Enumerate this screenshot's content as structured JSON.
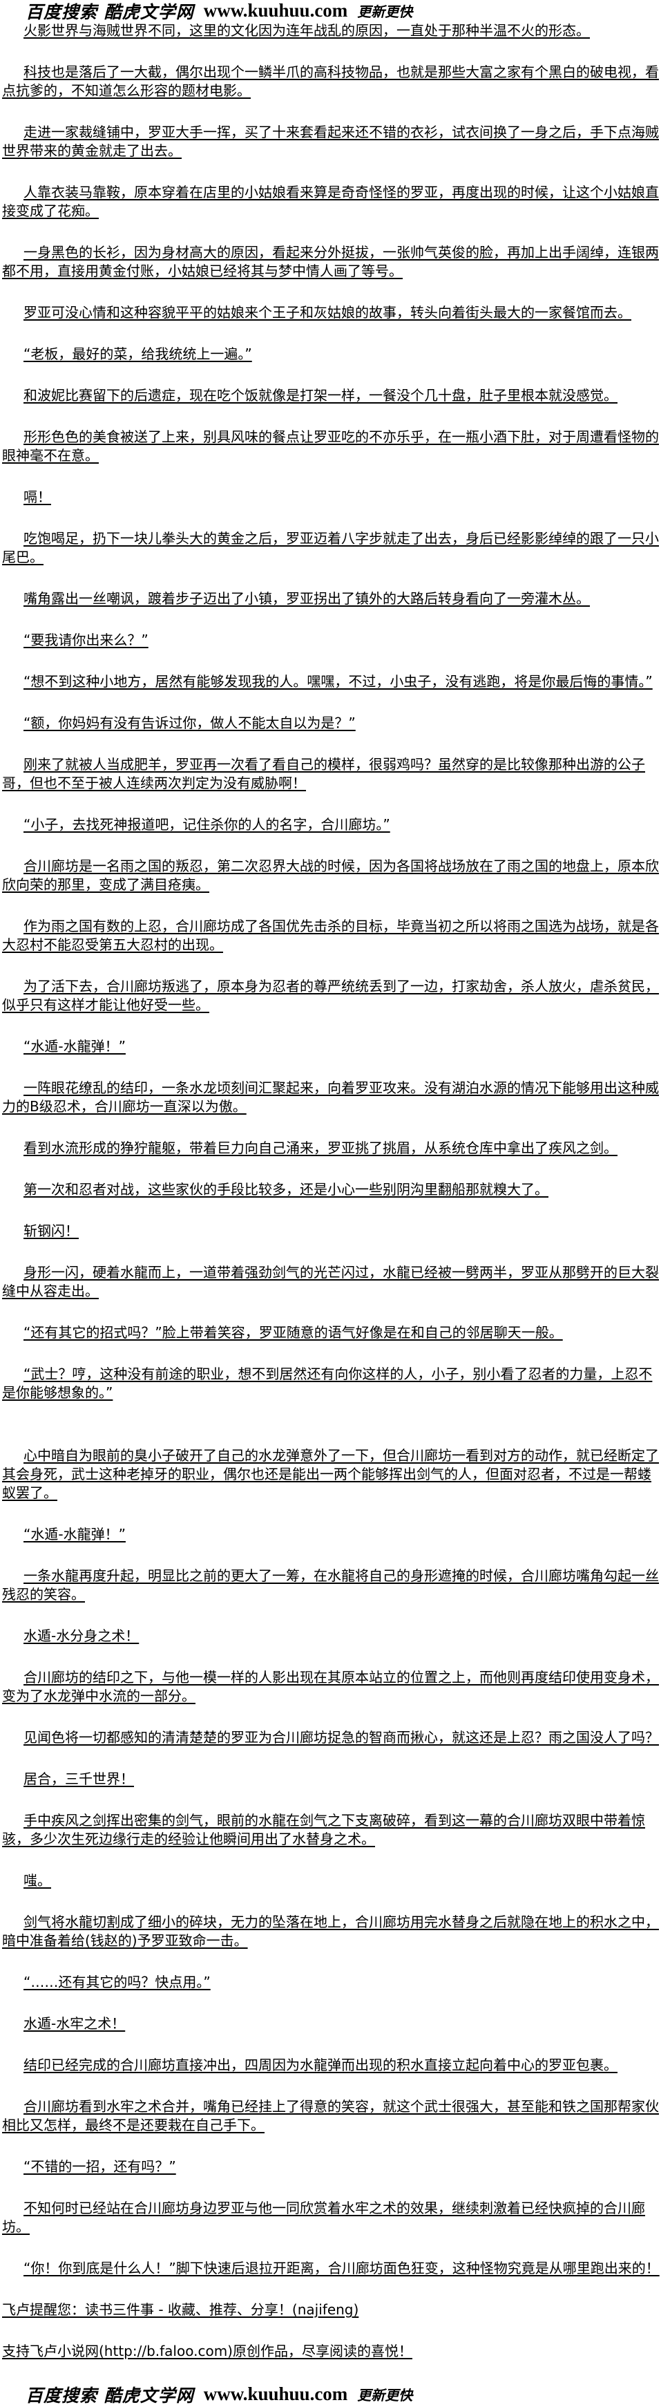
{
  "banner": {
    "search_text": "百度搜索 酷虎文学网",
    "url": "www.kuuhuu.com",
    "tagline": "更新更快"
  },
  "paragraphs": [
    "火影世界与海贼世界不同，这里的文化因为连年战乱的原因，一直处于那种半温不火的形态。",
    "科技也是落后了一大截，偶尔出现个一鳞半爪的高科技物品，也就是那些大富之家有个黑白的破电视，看点抗爹的，不知道怎么形容的题材电影。",
    "走进一家裁缝铺中，罗亚大手一挥，买了十来套看起来还不错的衣衫，试衣间换了一身之后，手下点海贼世界带来的黄金就走了出去。",
    "人靠衣装马靠鞍，原本穿着在店里的小姑娘看来算是奇奇怪怪的罗亚，再度出现的时候，让这个小姑娘直接变成了花痴。",
    "一身黑色的长衫，因为身材高大的原因，看起来分外挺拔，一张帅气英俊的脸，再加上出手阔绰，连银两都不用，直接用黄金付账，小姑娘已经将其与梦中情人画了等号。",
    "罗亚可没心情和这种容貌平平的姑娘来个王子和灰姑娘的故事，转头向着街头最大的一家餐馆而去。",
    "“老板，最好的菜，给我统统上一遍。”",
    "和波妮比赛留下的后遗症，现在吃个饭就像是打架一样，一餐没个几十盘，肚子里根本就没感觉。",
    "形形色色的美食被送了上来，别具风味的餐点让罗亚吃的不亦乐乎，在一瓶小酒下肚，对于周遭看怪物的眼神毫不在意。",
    "嗝！",
    "吃饱喝足，扔下一块儿拳头大的黄金之后，罗亚迈着八字步就走了出去，身后已经影影绰绰的跟了一只小尾巴。",
    "嘴角露出一丝嘲讽，踱着步子迈出了小镇，罗亚拐出了镇外的大路后转身看向了一旁灌木丛。",
    "“要我请你出来么？”",
    "“想不到这种小地方，居然有能够发现我的人。嘿嘿，不过，小虫子，没有逃跑，将是你最后悔的事情。”",
    "“额，你妈妈有没有告诉过你，做人不能太自以为是？”",
    "刚来了就被人当成肥羊，罗亚再一次看了看自己的模样，很弱鸡吗？虽然穿的是比较像那种出游的公子哥，但也不至于被人连续两次判定为没有威胁啊！",
    "“小子，去找死神报道吧，记住杀你的人的名字，合川廊坊。”",
    "合川廊坊是一名雨之国的叛忍，第二次忍界大战的时候，因为各国将战场放在了雨之国的地盘上，原本欣欣向荣的那里，变成了满目疮痍。",
    "作为雨之国有数的上忍，合川廊坊成了各国优先击杀的目标，毕竟当初之所以将雨之国选为战场，就是各大忍村不能忍受第五大忍村的出现。",
    "为了活下去，合川廊坊叛逃了，原本身为忍者的尊严统统丢到了一边，打家劫舍，杀人放火，虐杀贫民，似乎只有这样才能让他好受一些。",
    "“水遁-水龍弹！”",
    "一阵眼花缭乱的结印，一条水龙顷刻间汇聚起来，向着罗亚攻来。没有湖泊水源的情况下能够用出这种威力的B级忍术，合川廊坊一直深以为傲。",
    "看到水流形成的狰狞龍躯，带着巨力向自己涌来，罗亚挑了挑眉，从系统仓库中拿出了疾风之剑。",
    "第一次和忍者对战，这些家伙的手段比较多，还是小心一些别阴沟里翻船那就糗大了。",
    "斩钢闪！",
    "身形一闪，硬着水龍而上，一道带着强劲剑气的光芒闪过，水龍已经被一劈两半，罗亚从那劈开的巨大裂缝中从容走出。",
    "“还有其它的招式吗？”脸上带着笑容，罗亚随意的语气好像是在和自己的邻居聊天一般。",
    "“武士？哼，这种没有前途的职业，想不到居然还有向你这样的人，小子，别小看了忍者的力量，上忍不是你能够想象的。”",
    "心中暗自为眼前的臭小子破开了自己的水龙弹意外了一下，但合川廊坊一看到对方的动作，就已经断定了其会身死，武士这种老掉牙的职业，偶尔也还是能出一两个能够挥出剑气的人，但面对忍者，不过是一帮蝼蚁罢了。",
    "“水遁-水龍弹！”",
    "一条水龍再度升起，明显比之前的更大了一筹，在水龍将自己的身形遮掩的时候，合川廊坊嘴角勾起一丝残忍的笑容。",
    "水遁-水分身之术！",
    "合川廊坊的结印之下，与他一模一样的人影出现在其原本站立的位置之上，而他则再度结印使用变身术，变为了水龙弹中水流的一部分。",
    "见闻色将一切都感知的清清楚楚的罗亚为合川廊坊捉急的智商而揪心，就这还是上忍？雨之国没人了吗？",
    "居合，三千世界！",
    "手中疾风之剑挥出密集的剑气，眼前的水龍在剑气之下支离破碎，看到这一幕的合川廊坊双眼中带着惊骇，多少次生死边缘行走的经验让他瞬间用出了水替身之术。",
    "嗤。",
    "剑气将水龍切割成了细小的碎块，无力的坠落在地上，合川廊坊用完水替身之后就隐在地上的积水之中，暗中准备着给(钱赵的)予罗亚致命一击。",
    "“……还有其它的吗？快点用。”",
    "水遁-水牢之术！",
    "结印已经完成的合川廊坊直接冲出，四周因为水龍弹而出现的积水直接立起向着中心的罗亚包裹。",
    "合川廊坊看到水牢之术合并，嘴角已经挂上了得意的笑容，就这个武士很强大，甚至能和铁之国那帮家伙相比又怎样，最终不是还要栽在自己手下。",
    "“不错的一招，还有吗？”",
    "不知何时已经站在合川廊坊身边罗亚与他一同欣赏着水牢之术的效果，继续刺激着已经快疯掉的合川廊坊。",
    "“你！你到底是什么人！”脚下快速后退拉开距离，合川廊坊面色狂变，这种怪物究竟是从哪里跑出来的！"
  ],
  "footer_notes": [
    "飞卢提醒您：读书三件事 - 收藏、推荐、分享！(najifeng)",
    "支持飞卢小说网(http://b.faloo.com)原创作品，尽享阅读的喜悦！"
  ]
}
